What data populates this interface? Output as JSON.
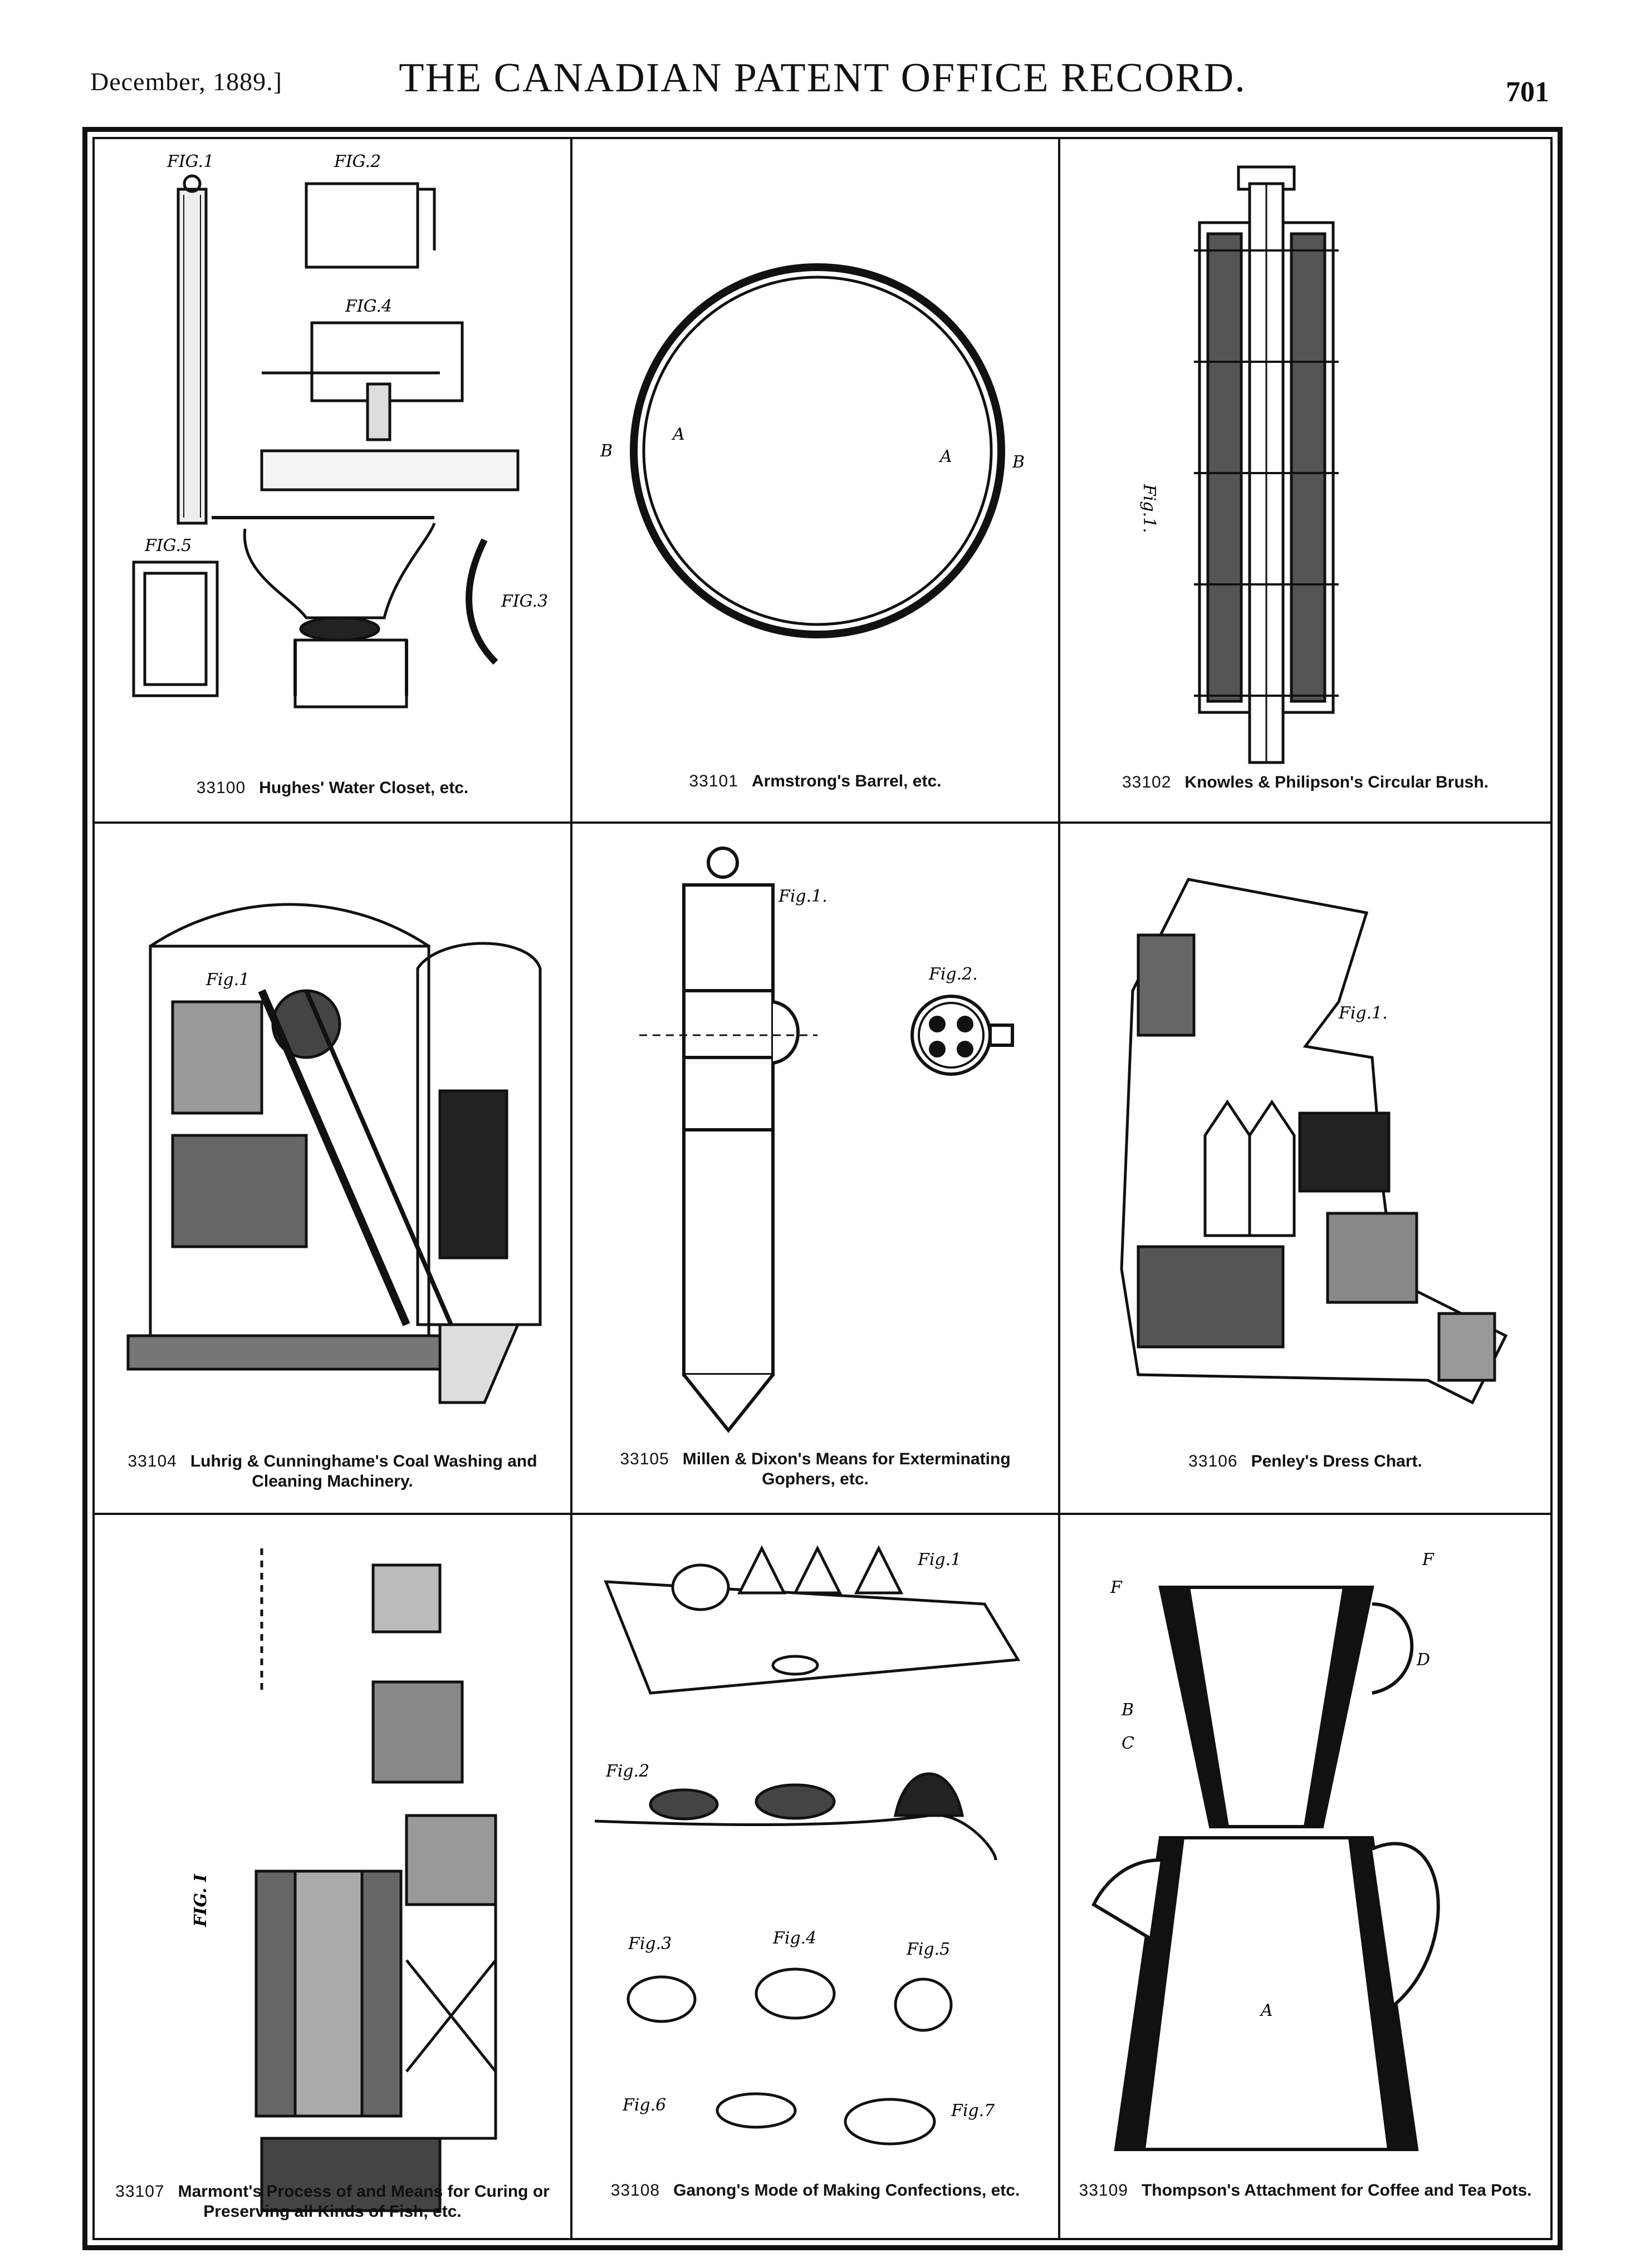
{
  "header": {
    "left": "December, 1889.]",
    "center": "THE CANADIAN PATENT OFFICE RECORD.",
    "right": "701"
  },
  "panels": [
    {
      "patent_no": "33100",
      "title": "Hughes' Water Closet, etc.",
      "figures": [
        "FIG.1",
        "FIG.2",
        "FIG.4",
        "FIG.5",
        "FIG.3"
      ]
    },
    {
      "patent_no": "33101",
      "title": "Armstrong's Barrel, etc.",
      "figures": [
        "A",
        "A",
        "B",
        "B"
      ]
    },
    {
      "patent_no": "33102",
      "title": "Knowles & Philipson's Circular Brush.",
      "figures": [
        "Fig.1."
      ]
    },
    {
      "patent_no": "33104",
      "title": "Luhrig & Cunninghame's Coal Washing and Cleaning Machinery.",
      "figures": [
        "Fig.1"
      ]
    },
    {
      "patent_no": "33105",
      "title": "Millen & Dixon's Means for Exterminating Gophers, etc.",
      "figures": [
        "Fig.1.",
        "Fig.2."
      ]
    },
    {
      "patent_no": "33106",
      "title": "Penley's Dress Chart.",
      "figures": [
        "Fig.1."
      ]
    },
    {
      "patent_no": "33107",
      "title": "Marmont's Process of and Means for Curing or Preserving all Kinds of Fish, etc.",
      "figures": [
        "FIG. I"
      ]
    },
    {
      "patent_no": "33108",
      "title": "Ganong's Mode of Making Confections, etc.",
      "figures": [
        "Fig.1",
        "Fig.2",
        "Fig.3",
        "Fig.4",
        "Fig.5",
        "Fig.6",
        "Fig.7"
      ]
    },
    {
      "patent_no": "33109",
      "title": "Thompson's Attachment for Coffee and Tea Pots.",
      "figures": [
        "A",
        "B",
        "C",
        "D",
        "F",
        "F"
      ]
    }
  ]
}
